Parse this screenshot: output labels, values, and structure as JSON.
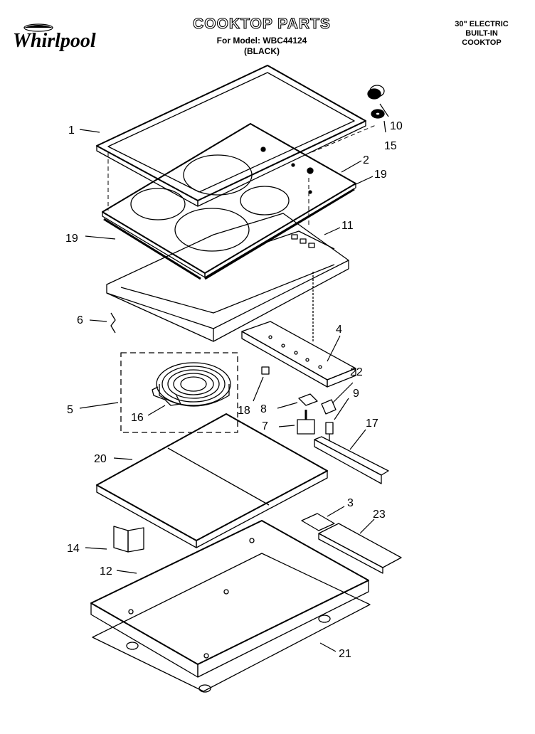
{
  "header": {
    "brand": "Whirlpool",
    "title": "COOKTOP PARTS",
    "model_line": "For Model: WBC44124",
    "finish": "(BLACK)",
    "spec_lines": [
      "30\" ELECTRIC",
      "BUILT-IN",
      "COOKTOP"
    ]
  },
  "callouts": {
    "c1": "1",
    "c2": "2",
    "c3": "3",
    "c4": "4",
    "c5": "5",
    "c6": "6",
    "c7": "7",
    "c8": "8",
    "c9": "9",
    "c10": "10",
    "c11": "11",
    "c12": "12",
    "c14": "14",
    "c15": "15",
    "c16": "16",
    "c17": "17",
    "c18": "18",
    "c19a": "19",
    "c19b": "19",
    "c20": "20",
    "c21": "21",
    "c22": "22",
    "c23": "23"
  }
}
